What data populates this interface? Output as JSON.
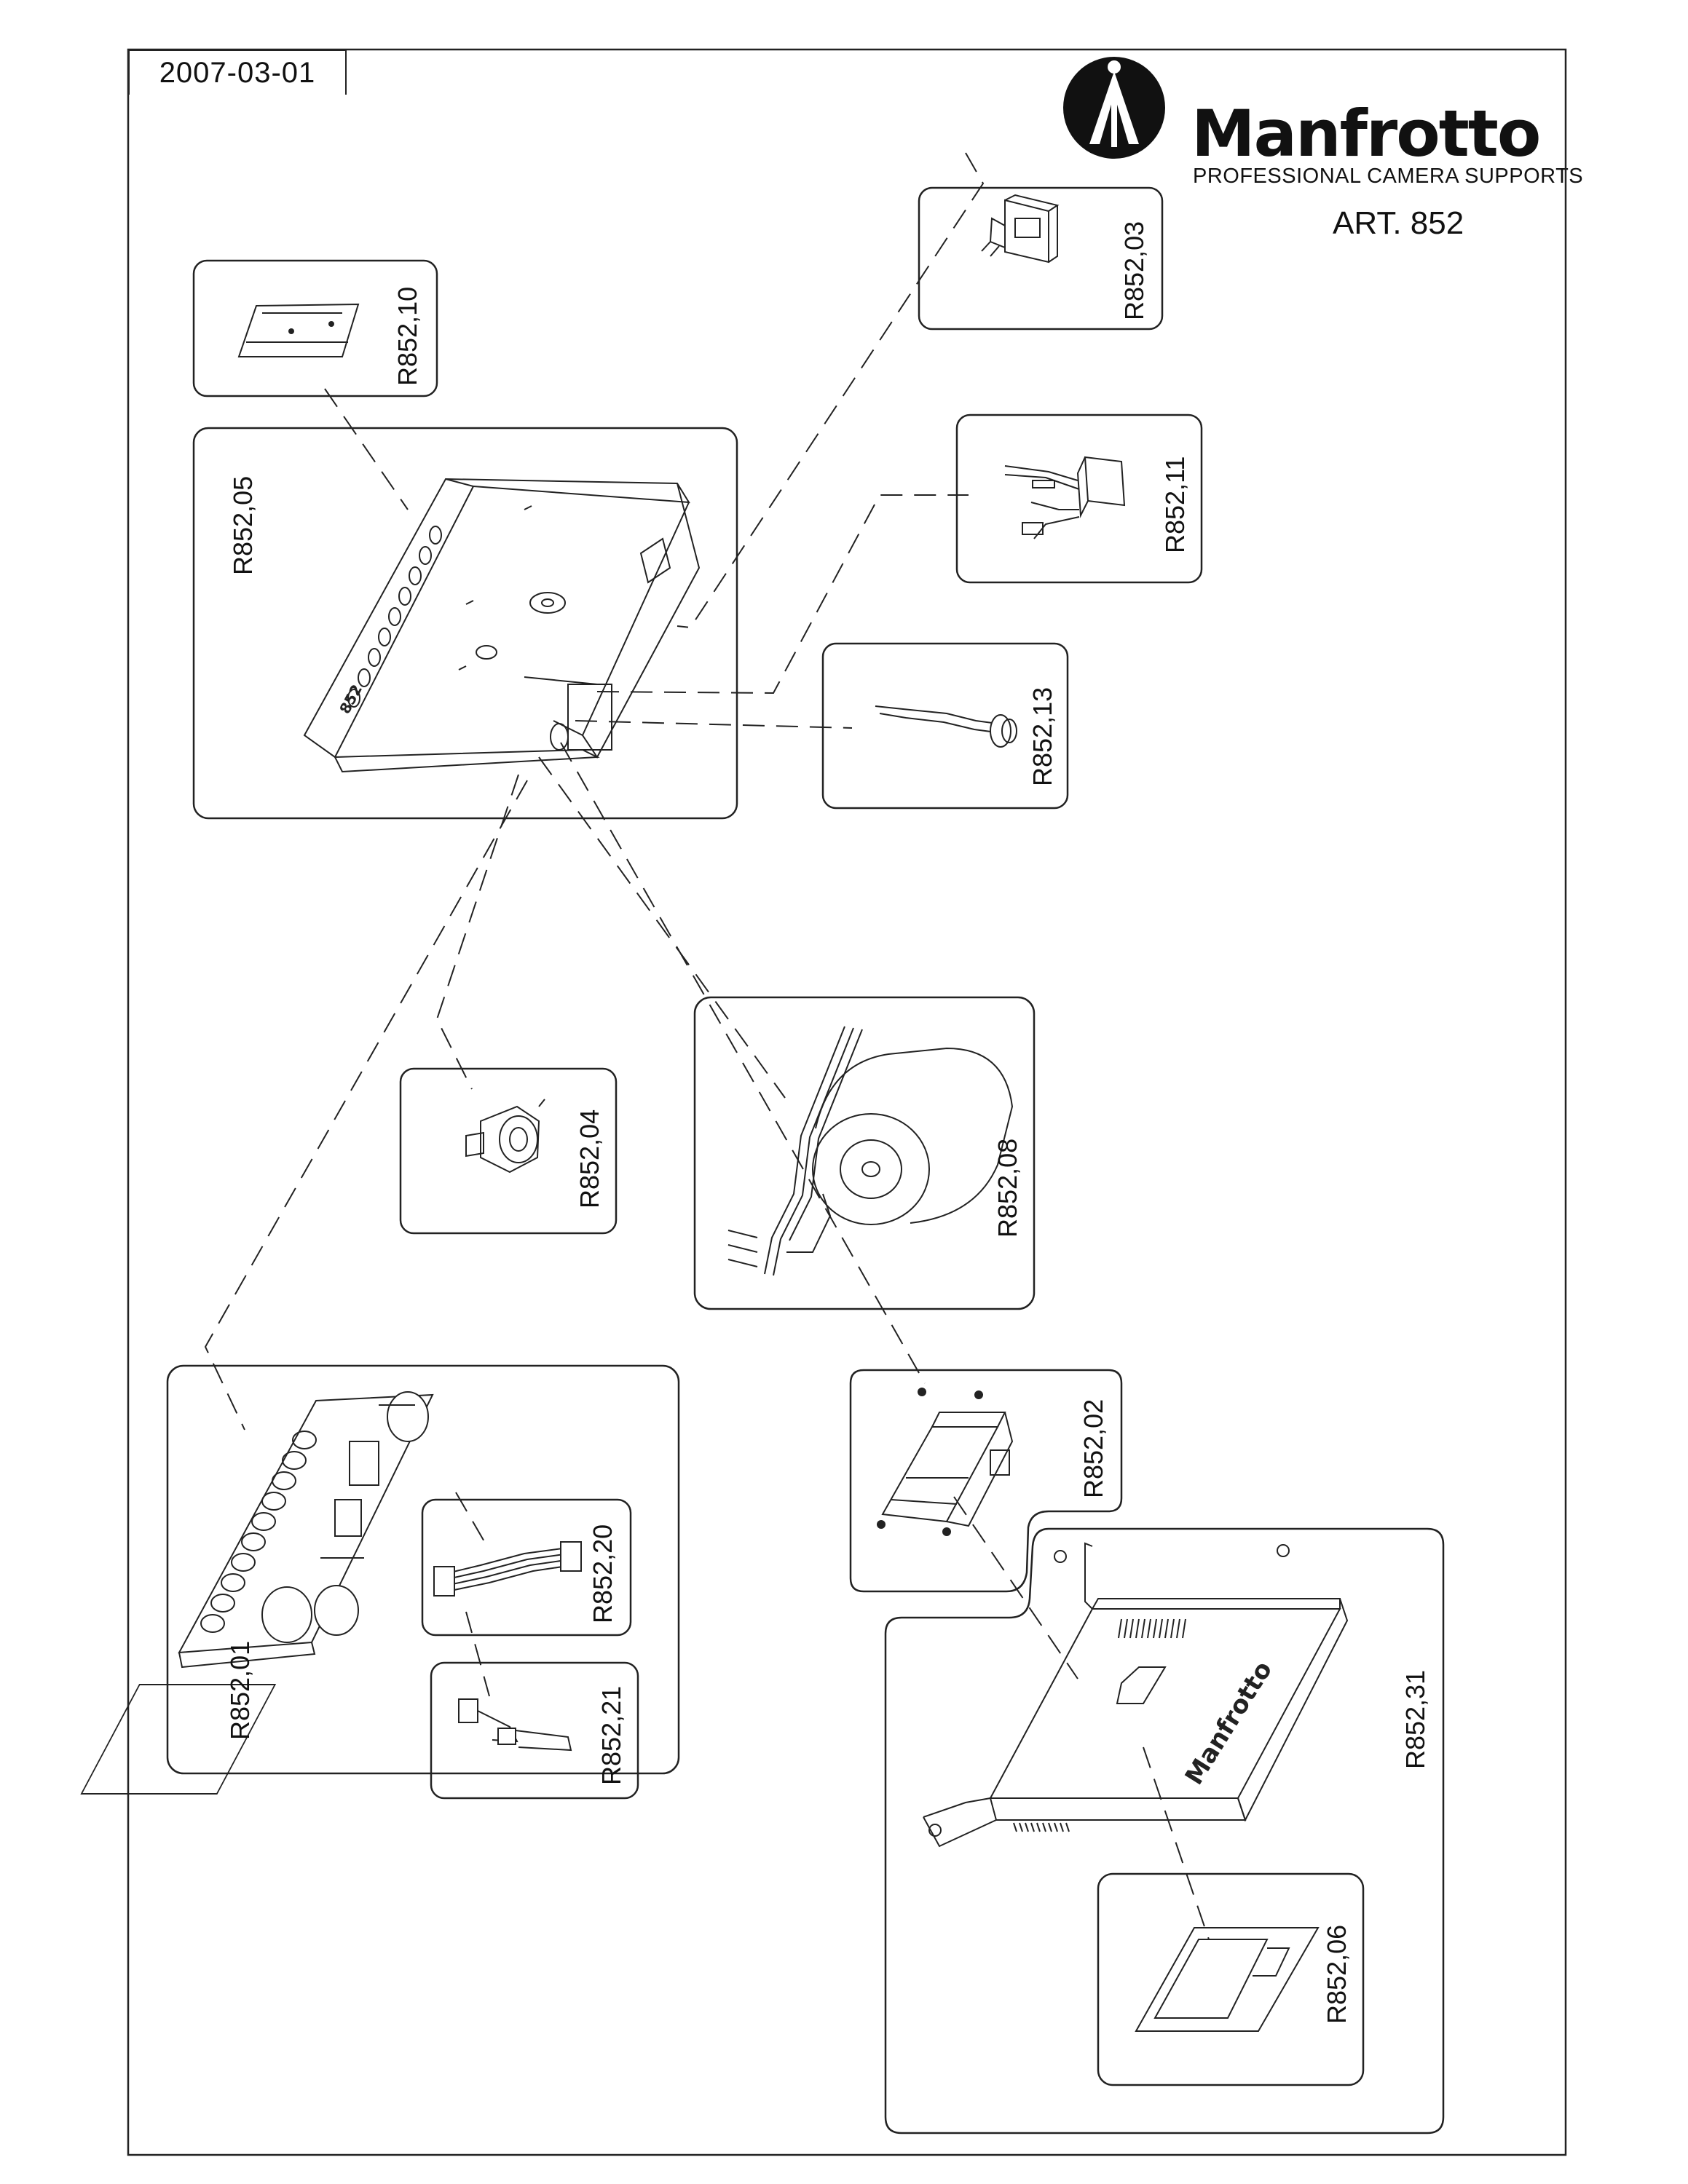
{
  "header": {
    "date": "2007-03-01",
    "brand": "Manfrotto",
    "tagline": "PROFESSIONAL CAMERA SUPPORTS",
    "article": "ART. 852"
  },
  "parts": {
    "p01": "R852,01",
    "p02": "R852,02",
    "p03": "R852,03",
    "p04": "R852,04",
    "p05": "R852,05",
    "p06": "R852,06",
    "p08": "R852,08",
    "p10": "R852,10",
    "p11": "R852,11",
    "p13": "R852,13",
    "p20": "R852,20",
    "p21": "R852,21",
    "p31": "R852,31"
  },
  "decor": {
    "case_logo_text": "Manfrotto",
    "frame_logo_text": "852"
  }
}
